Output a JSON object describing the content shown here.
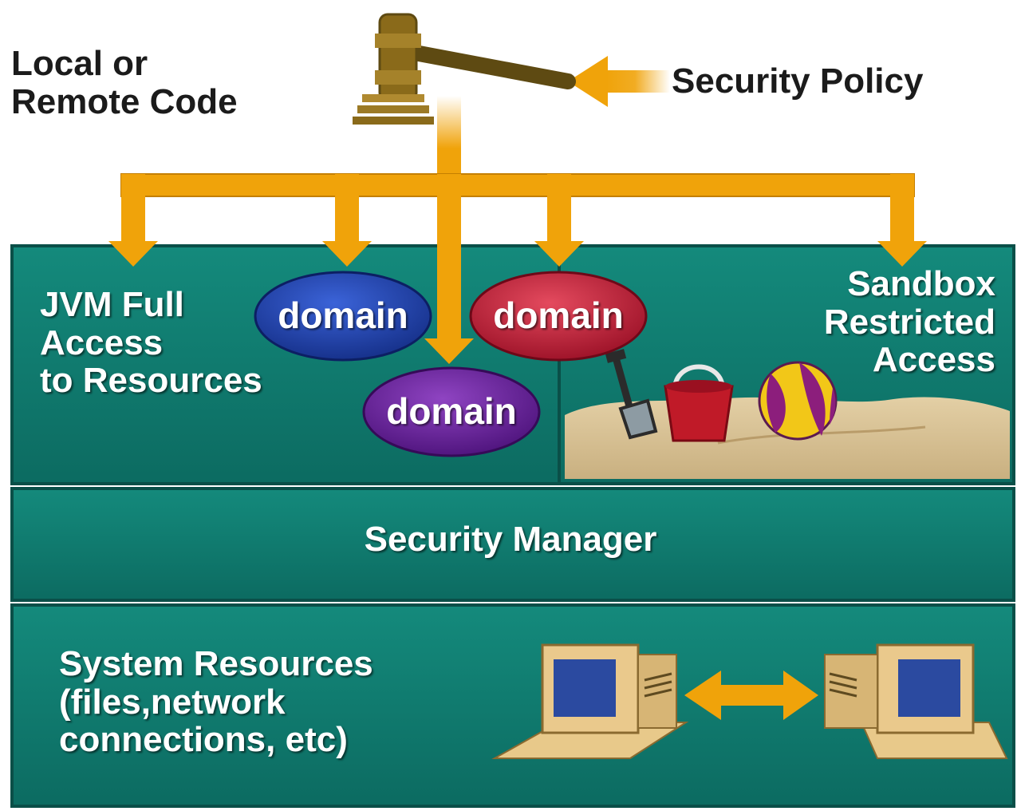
{
  "labels": {
    "code_source": "Local or\nRemote Code",
    "policy": "Security Policy",
    "jvm": "JVM Full\nAccess\nto Resources",
    "sandbox": "Sandbox\nRestricted\nAccess",
    "manager": "Security Manager",
    "resources": "System Resources\n(files,network\nconnections, etc)"
  },
  "domains": [
    {
      "label": "domain",
      "color": "#1f3fa8"
    },
    {
      "label": "domain",
      "color": "#c8203a"
    },
    {
      "label": "domain",
      "color": "#6a1f9a"
    }
  ],
  "colors": {
    "teal": "#0f7a6e",
    "teal_dark": "#0a5a52",
    "arrow": "#f0a30a",
    "gavel": "#8a6a1a",
    "sand": "#d9c49a"
  },
  "icons": [
    "gavel-icon",
    "shovel-icon",
    "bucket-icon",
    "beach-ball-icon",
    "computer-icon",
    "computer-icon",
    "double-arrow-icon"
  ]
}
